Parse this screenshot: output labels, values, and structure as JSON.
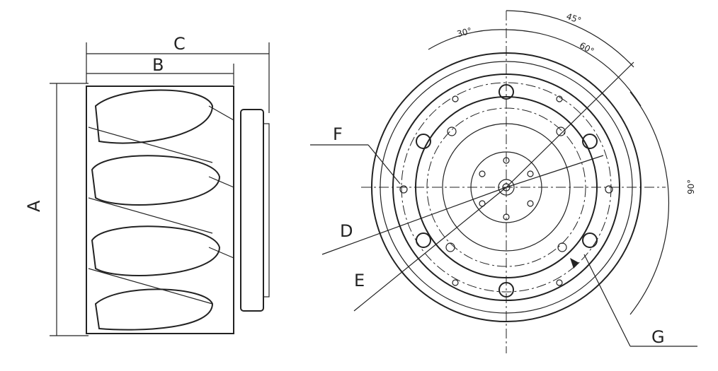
{
  "labels": {
    "A": "A",
    "B": "B",
    "C": "C",
    "D": "D",
    "E": "E",
    "F": "F",
    "G": "G"
  },
  "angles": {
    "a30": "30°",
    "a45": "45°",
    "a60": "60°",
    "a90": "90°"
  }
}
